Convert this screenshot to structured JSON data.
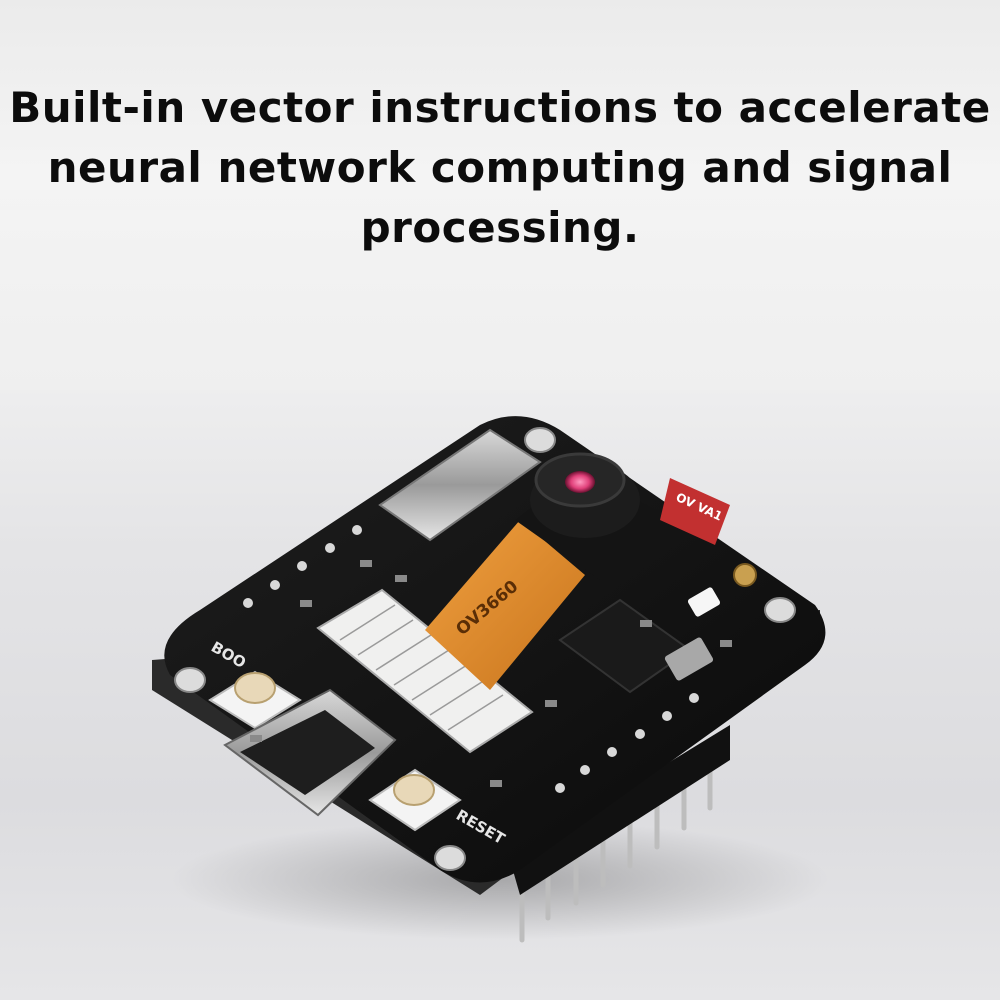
{
  "headline": {
    "line1": "Built-in vector instructions to accelerate",
    "line2": "neural network computing and signal",
    "line3": "processing."
  },
  "board": {
    "sensor_label": "OV3660",
    "boot_label": "BOO",
    "reset_label": "RESET",
    "antenna_label": "OV VA1",
    "board_color": "#121212",
    "flex_color": "#e08a2a",
    "lens_color": "#e0407a"
  }
}
